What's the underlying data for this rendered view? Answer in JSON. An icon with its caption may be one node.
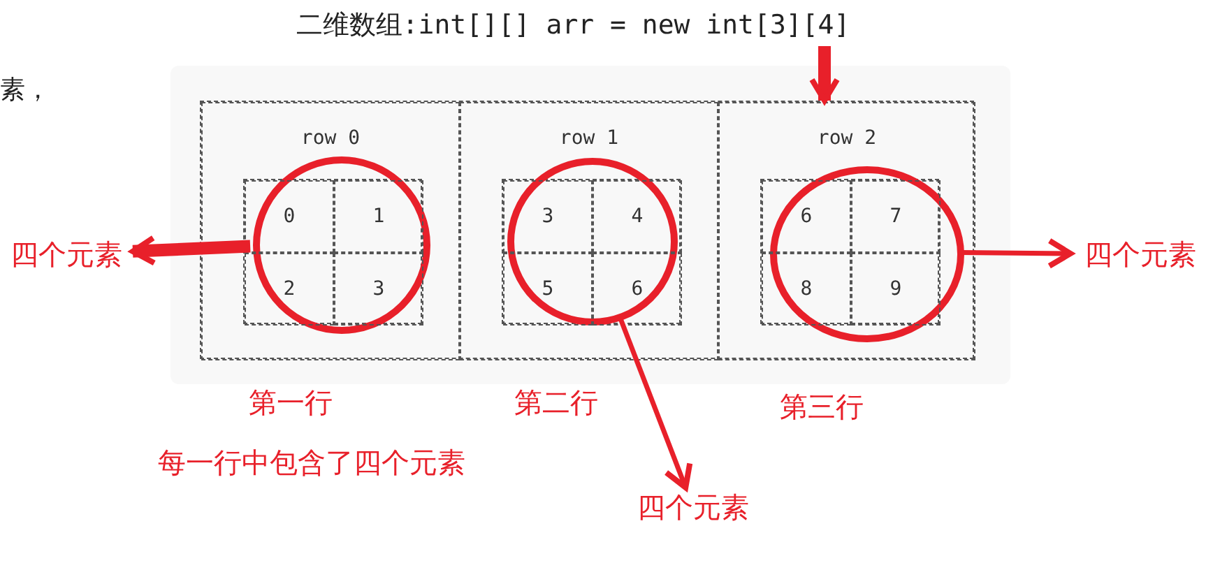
{
  "diagram": {
    "nodes": [
      {
        "text": [
          "二维数组:int[][] arr = new int[3][4]"
        ]
      },
      {
        "text": [],
        "shape": "box"
      },
      {
        "text": [
          "row 0"
        ],
        "in": 1
      },
      {
        "text": [
          "row 1"
        ],
        "in": 1
      },
      {
        "text": [
          "row 2"
        ],
        "in": 1
      },
      {
        "text": [],
        "shape": "box",
        "in": 2
      },
      {
        "text": [
          "0"
        ],
        "in": 5
      },
      {
        "text": [
          "1"
        ],
        "in": 5
      },
      {
        "text": [
          "2"
        ],
        "in": 5
      },
      {
        "text": [
          "3"
        ],
        "in": 5
      },
      {
        "text": [],
        "shape": "box",
        "in": 3
      },
      {
        "text": [
          "3"
        ],
        "in": 10
      },
      {
        "text": [
          "4"
        ],
        "in": 10
      },
      {
        "text": [
          "5"
        ],
        "in": 10
      },
      {
        "text": [
          "6"
        ],
        "in": 10
      },
      {
        "text": [],
        "shape": "box",
        "in": 4
      },
      {
        "text": [
          "6"
        ],
        "in": 15
      },
      {
        "text": [
          "7"
        ],
        "in": 15
      },
      {
        "text": [
          "8"
        ],
        "in": 15
      },
      {
        "text": [
          "9"
        ],
        "in": 15
      },
      {
        "text": [],
        "shape": "circle",
        "in": 2
      },
      {
        "text": [],
        "shape": "circle",
        "in": 3
      },
      {
        "text": [],
        "shape": "circle",
        "in": 4
      },
      {
        "text": [
          "四个元素"
        ]
      },
      {
        "text": [
          "四个元素"
        ]
      },
      {
        "text": [
          "四个元素"
        ]
      }
    ],
    "edges": [
      {
        "from": 0,
        "to": 1,
        "arrow": "to",
        "style": "thick"
      },
      {
        "from": 20,
        "to": 23,
        "arrow": "to",
        "style": "thick"
      },
      {
        "from": 21,
        "to": 24,
        "arrow": "to"
      },
      {
        "from": 22,
        "to": 25,
        "arrow": "to"
      }
    ],
    "labels": [
      "素，",
      "第一行",
      "第二行",
      "第三行",
      "每一行中包含了四个元素"
    ]
  }
}
